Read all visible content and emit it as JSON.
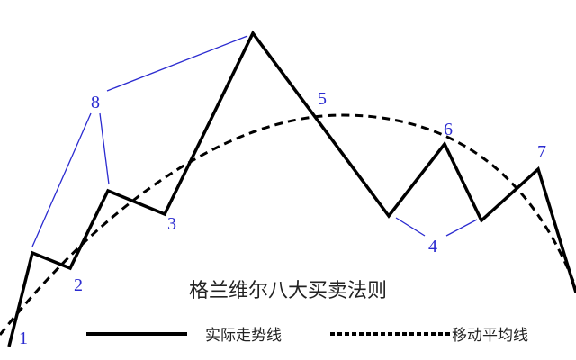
{
  "title": "格兰维尔八大买卖法则",
  "legend": {
    "actual": "实际走势线",
    "ma": "移动平均线"
  },
  "points": [
    "1",
    "2",
    "3",
    "4",
    "5",
    "6",
    "7",
    "8"
  ],
  "colors": {
    "price": "#000000",
    "ma": "#000000",
    "annotation": "#2b2bd0"
  }
}
